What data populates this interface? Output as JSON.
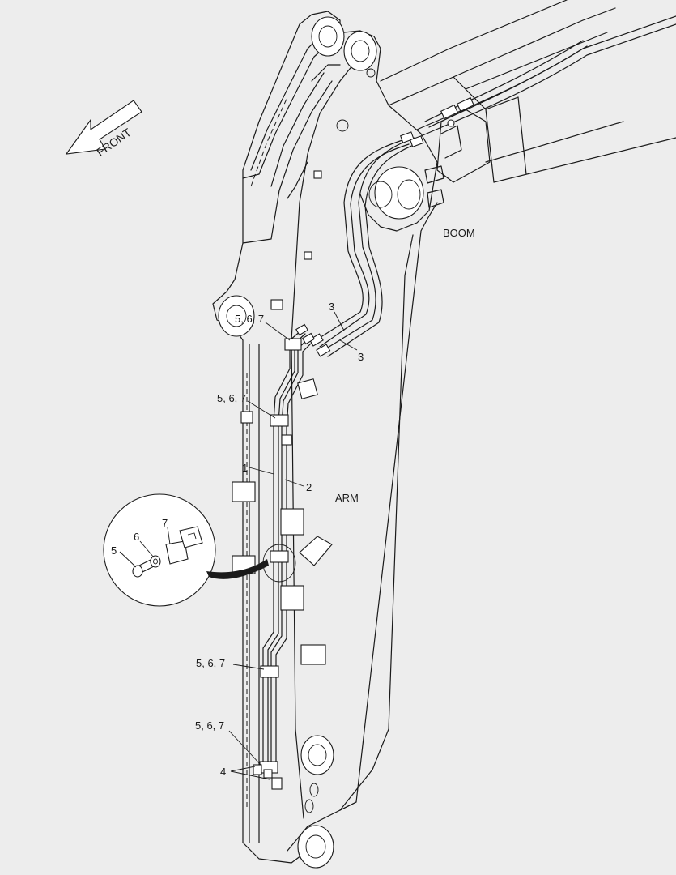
{
  "labels": {
    "front": "FRONT",
    "boom": "BOOM",
    "arm": "ARM",
    "callout_3a": "3",
    "callout_3b": "3",
    "callout_567_a": "5, 6, 7",
    "callout_567_b": "5, 6, 7",
    "callout_567_c": "5, 6, 7",
    "callout_567_d": "5, 6, 7",
    "callout_1": "1",
    "callout_2": "2",
    "callout_4": "4",
    "detail_5": "5",
    "detail_6": "6",
    "detail_7": "7"
  },
  "colors": {
    "background": "#ededed",
    "line": "#1a1a1a",
    "part_fill": "#ffffff"
  }
}
